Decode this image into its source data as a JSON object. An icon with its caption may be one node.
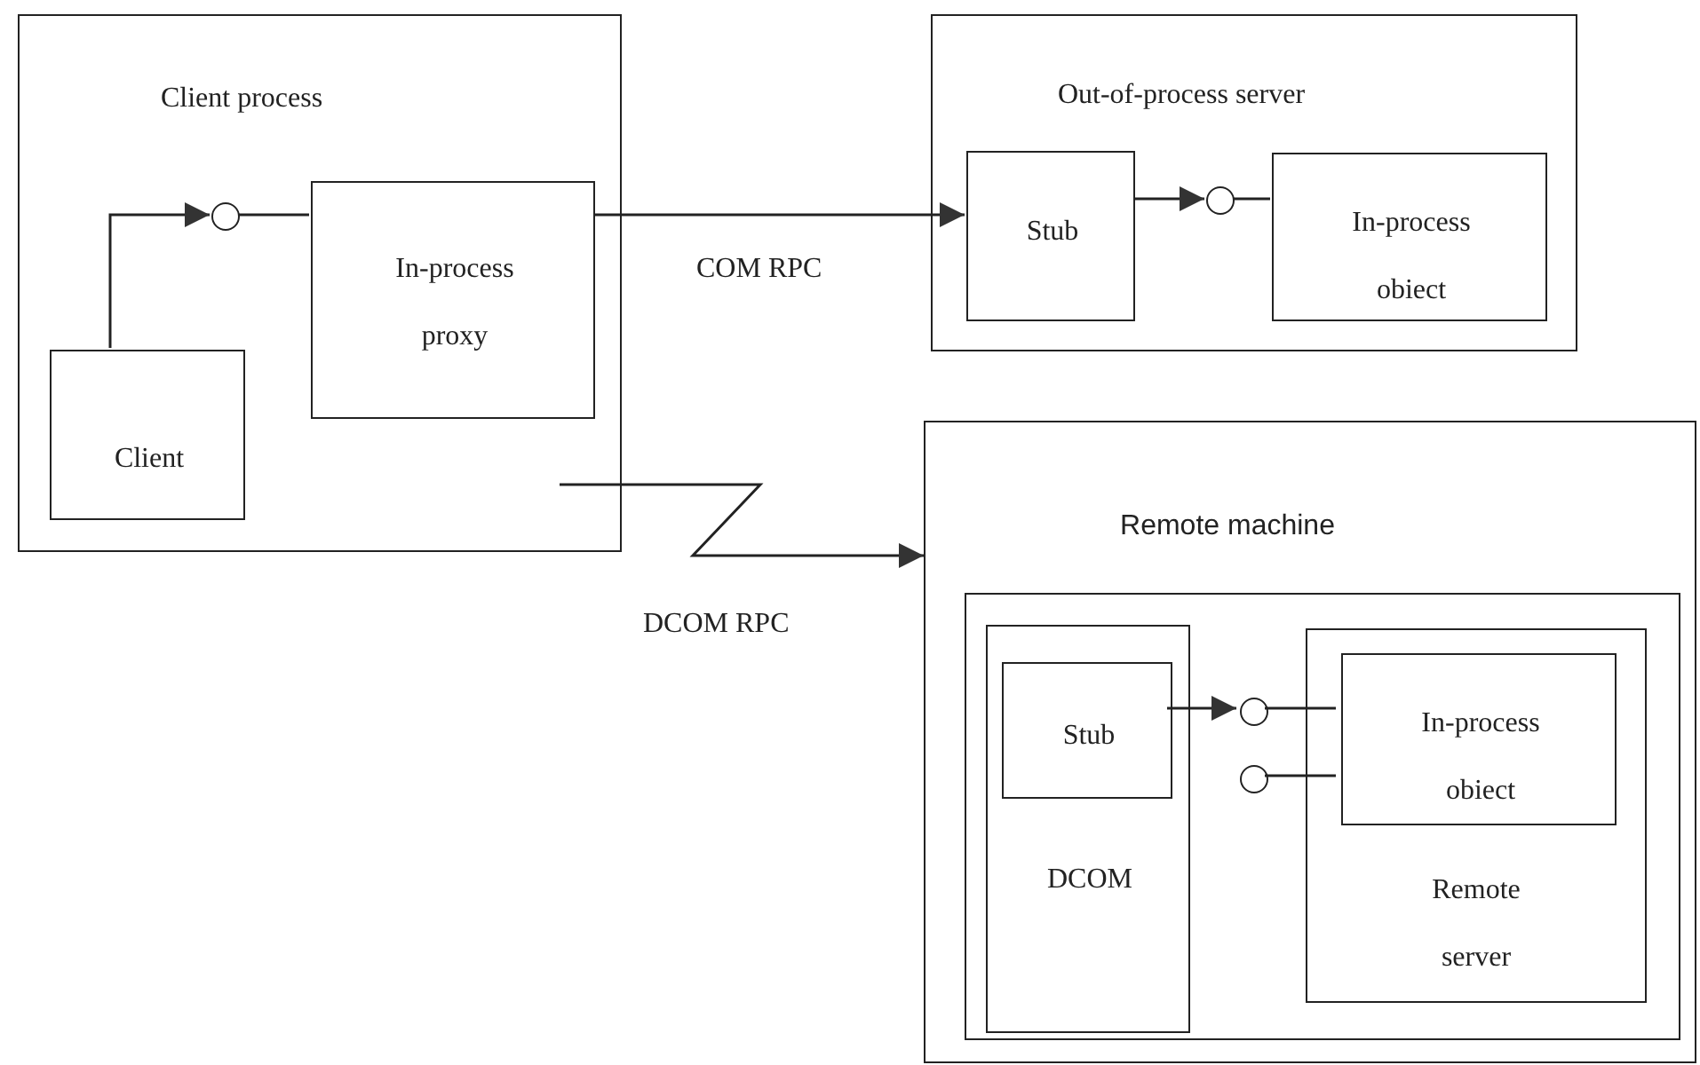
{
  "diagram": {
    "nodes": [
      {
        "text": [
          "Client process"
        ]
      },
      {
        "text": [
          "Client"
        ],
        "in": 0
      },
      {
        "text": [],
        "shape": "circle",
        "in": 0
      },
      {
        "text": [
          "In-process proxy"
        ],
        "in": 0
      },
      {
        "text": [
          "Out-of-process server"
        ]
      },
      {
        "text": [
          "Stub"
        ],
        "in": 4
      },
      {
        "text": [],
        "shape": "circle",
        "in": 4
      },
      {
        "text": [
          "In-process obiect"
        ],
        "in": 4
      },
      {
        "text": [
          "Remote machine"
        ]
      },
      {
        "text": [],
        "shape": "box",
        "in": 8
      },
      {
        "text": [
          "DCOM"
        ],
        "in": 9
      },
      {
        "text": [
          "Stub"
        ],
        "in": 10
      },
      {
        "text": [],
        "shape": "circle",
        "in": 9
      },
      {
        "text": [],
        "shape": "circle",
        "in": 9
      },
      {
        "text": [
          "Remote server"
        ],
        "in": 9
      },
      {
        "text": [
          "In-process obiect"
        ],
        "in": 14
      }
    ],
    "edges": [
      {
        "from": 1,
        "to": 2,
        "arrow": "to"
      },
      {
        "from": 2,
        "to": 3,
        "arrow": "none"
      },
      {
        "from": 3,
        "to": 5,
        "arrow": "to",
        "label": "COM RPC"
      },
      {
        "from": 5,
        "to": 6,
        "arrow": "to"
      },
      {
        "from": 6,
        "to": 7,
        "arrow": "none"
      },
      {
        "from": 0,
        "to": 8,
        "arrow": "to",
        "label": "DCOM RPC"
      },
      {
        "from": 11,
        "to": 12,
        "arrow": "to"
      },
      {
        "from": 12,
        "to": 15,
        "arrow": "none"
      },
      {
        "from": 13,
        "to": 15,
        "arrow": "none"
      }
    ]
  }
}
